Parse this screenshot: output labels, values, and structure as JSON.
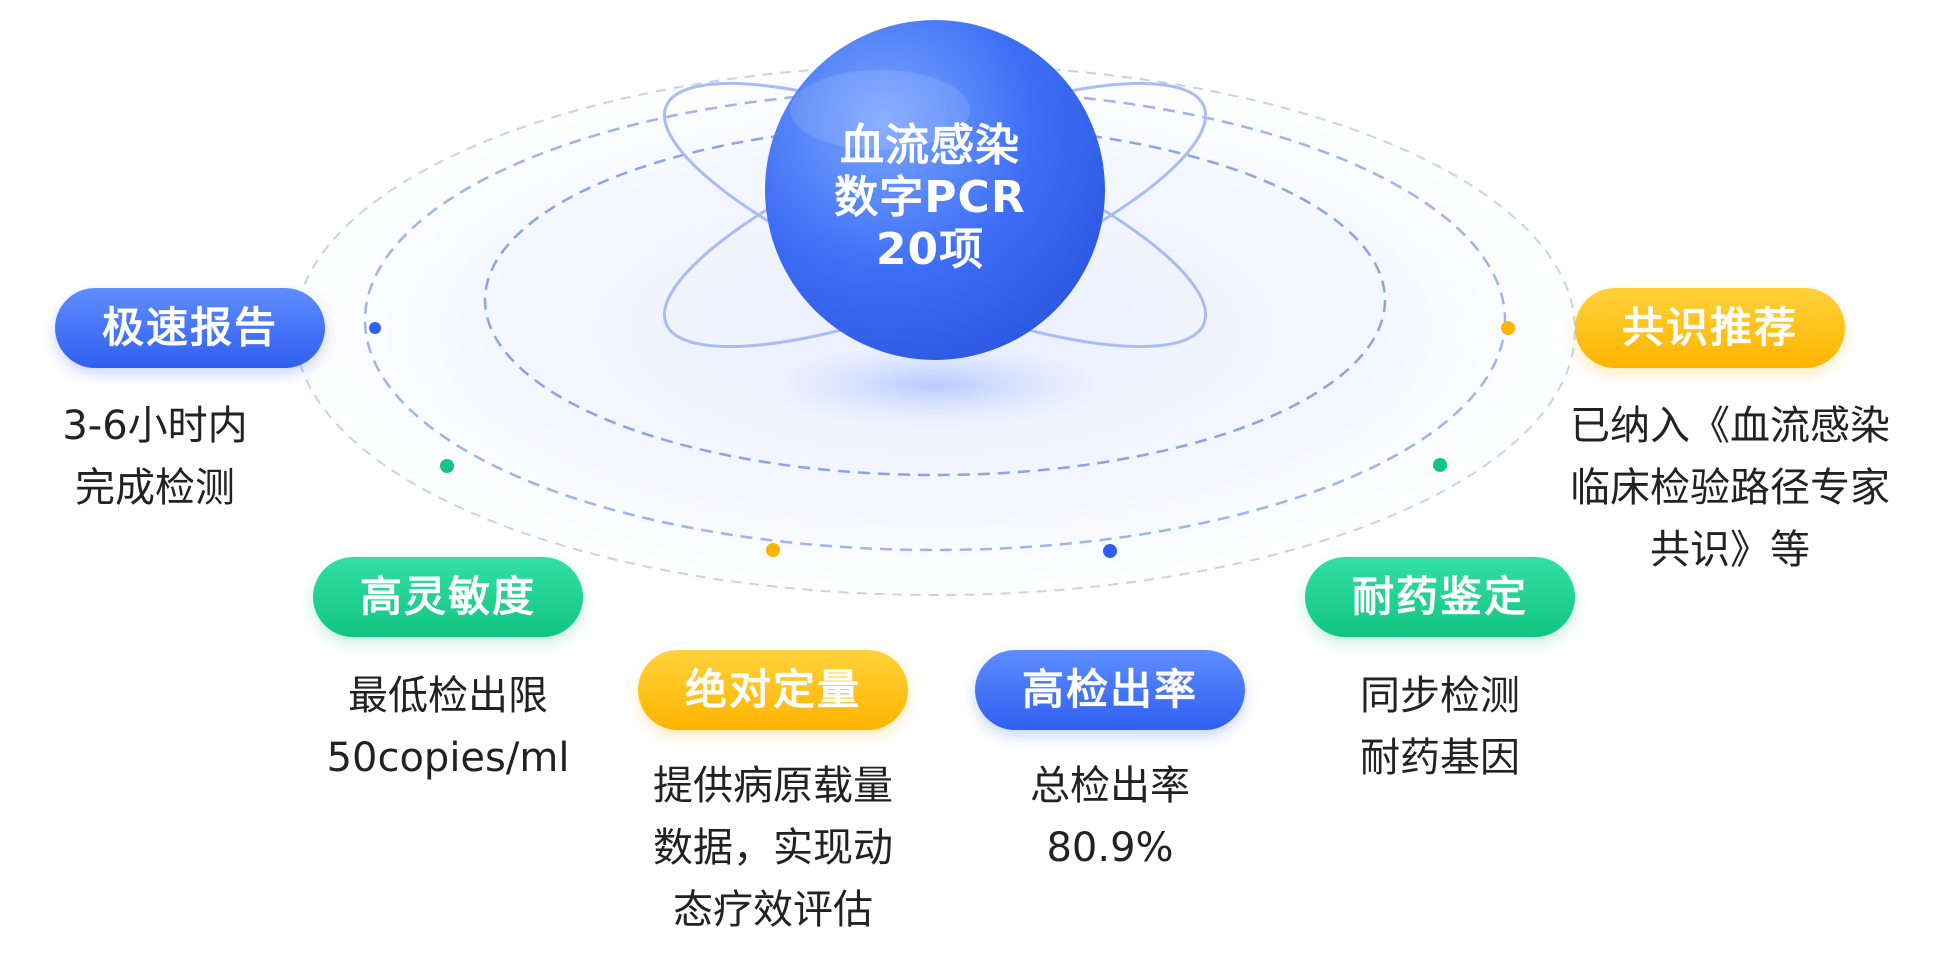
{
  "center": {
    "lines": [
      "血流感染",
      "数字PCR",
      "20项"
    ]
  },
  "features": [
    {
      "label": "极速报告",
      "color": "blue",
      "desc": [
        "3-6小时内",
        "完成检测"
      ]
    },
    {
      "label": "高灵敏度",
      "color": "green",
      "desc": [
        "最低检出限",
        "50copies/ml"
      ]
    },
    {
      "label": "绝对定量",
      "color": "yellow",
      "desc": [
        "提供病原载量",
        "数据，实现动",
        "态疗效评估"
      ]
    },
    {
      "label": "高检出率",
      "color": "blue",
      "desc": [
        "总检出率",
        "80.9%"
      ]
    },
    {
      "label": "耐药鉴定",
      "color": "green",
      "desc": [
        "同步检测",
        "耐药基因"
      ]
    },
    {
      "label": "共识推荐",
      "color": "yellow",
      "desc": [
        "已纳入《血流感染",
        "临床检验路径专家",
        "共识》等"
      ]
    }
  ],
  "colors": {
    "blue": "#2f5ff0",
    "green": "#12c582",
    "yellow": "#ffb400",
    "ring": "#8aa4e8"
  }
}
